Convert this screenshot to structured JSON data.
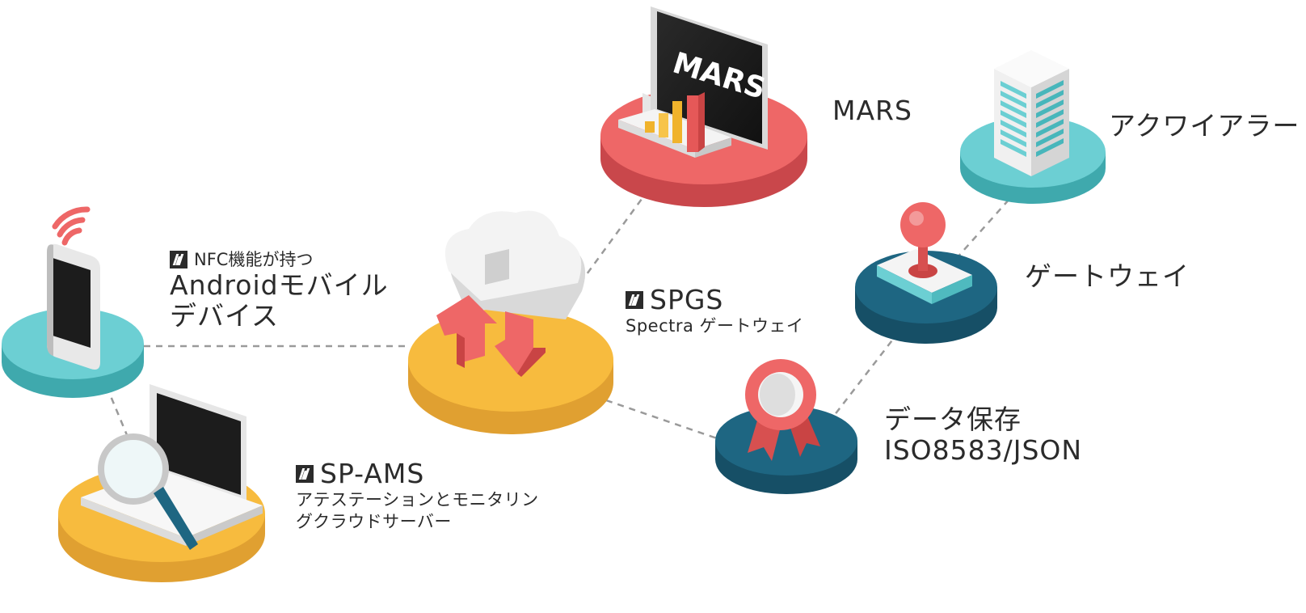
{
  "colors": {
    "red": "#ee6767",
    "teal": "#6ccfd3",
    "yellow": "#f7bb3e",
    "navy": "#1e6682",
    "connector": "#9a9a9a"
  },
  "icons": {
    "brand_logo": "spectra-logo-icon",
    "mars_node": "monitor-with-chart-icon",
    "cloud_node": "cloud-upload-download-icon",
    "server_node": "server-tower-icon",
    "gateway_node": "joystick-gateway-icon",
    "storage_node": "award-badge-icon",
    "mobile_node": "smartphone-nfc-icon",
    "ams_node": "laptop-magnifier-icon"
  },
  "nodes": {
    "mars": {
      "screen_text": "MARS",
      "label": "MARS"
    },
    "aqwire": {
      "label": "アクワイアラー"
    },
    "gateway": {
      "label": "ゲートウェイ"
    },
    "storage": {
      "label_line1": "データ保存",
      "label_line2": "ISO8583/JSON"
    },
    "spgs": {
      "title": "SPGS",
      "subtitle": "Spectra ゲートウェイ"
    },
    "android": {
      "small": "NFC機能が持つ",
      "line1": "Androidモバイル",
      "line2": "デバイス"
    },
    "spams": {
      "title": "SP-AMS",
      "line1": "アテステーションとモニタリン",
      "line2": "グクラウドサーバー"
    }
  }
}
